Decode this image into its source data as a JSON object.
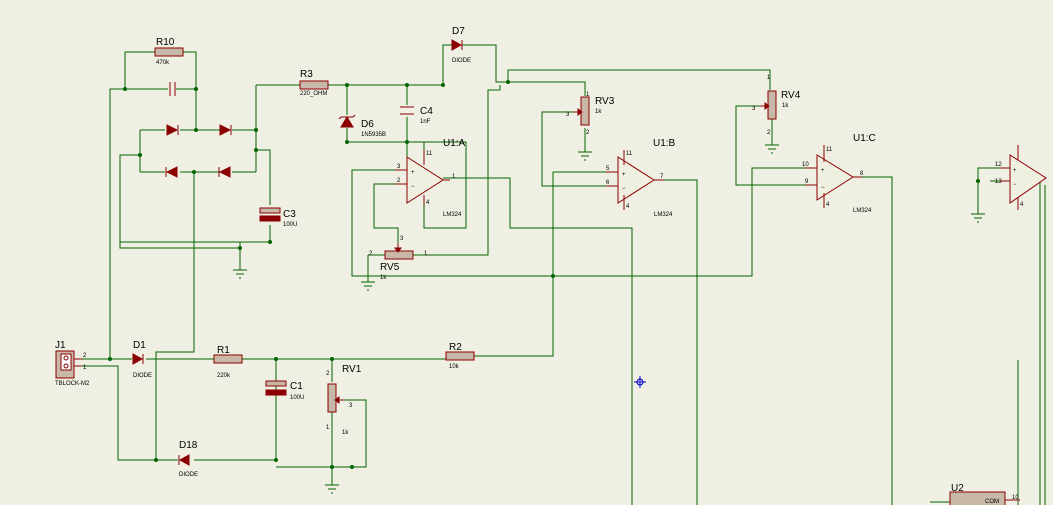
{
  "colors": {
    "background": "#efefe3",
    "wire": "#006400",
    "component": "#8b0000",
    "body_fill": "#c8b8a8",
    "text": "#000000",
    "cursor": "#0000cc"
  },
  "components": {
    "R10": {
      "name": "R10",
      "value": "470k"
    },
    "R3": {
      "name": "R3",
      "value": "220_OHM"
    },
    "D6": {
      "name": "D6",
      "value": "1N5935B"
    },
    "C4": {
      "name": "C4",
      "value": "1nF"
    },
    "D7": {
      "name": "D7",
      "value": "DIODE"
    },
    "C3": {
      "name": "C3",
      "value": "100U"
    },
    "U1A": {
      "name": "U1:A",
      "value": "LM324",
      "pins": [
        "3",
        "2",
        "1",
        "4",
        "11"
      ]
    },
    "U1B": {
      "name": "U1:B",
      "value": "LM324",
      "pins": [
        "5",
        "6",
        "7",
        "4",
        "11"
      ]
    },
    "U1C": {
      "name": "U1:C",
      "value": "LM324",
      "pins": [
        "10",
        "9",
        "8",
        "4",
        "11"
      ]
    },
    "U1D": {
      "pins": [
        "12",
        "13",
        "4"
      ]
    },
    "RV3": {
      "name": "RV3",
      "value": "1k",
      "pins": [
        "1",
        "3",
        "2"
      ]
    },
    "RV4": {
      "name": "RV4",
      "value": "1k",
      "pins": [
        "1",
        "3",
        "2"
      ]
    },
    "RV5": {
      "name": "RV5",
      "value": "1k",
      "pins": [
        "2",
        "3",
        "1"
      ]
    },
    "J1": {
      "name": "J1",
      "value": "TBLOCK-M2",
      "pins": [
        "2",
        "1"
      ]
    },
    "D1": {
      "name": "D1",
      "value": "DIODE"
    },
    "R1": {
      "name": "R1",
      "value": "220k"
    },
    "C1": {
      "name": "C1",
      "value": "100U"
    },
    "RV1": {
      "name": "RV1",
      "value": "1k",
      "pins": [
        "2",
        "3",
        "1"
      ]
    },
    "R2": {
      "name": "R2",
      "value": "10k"
    },
    "D18": {
      "name": "D18",
      "value": "DIODE"
    },
    "U2": {
      "name": "U2",
      "text": "COM",
      "pin": "10"
    }
  }
}
